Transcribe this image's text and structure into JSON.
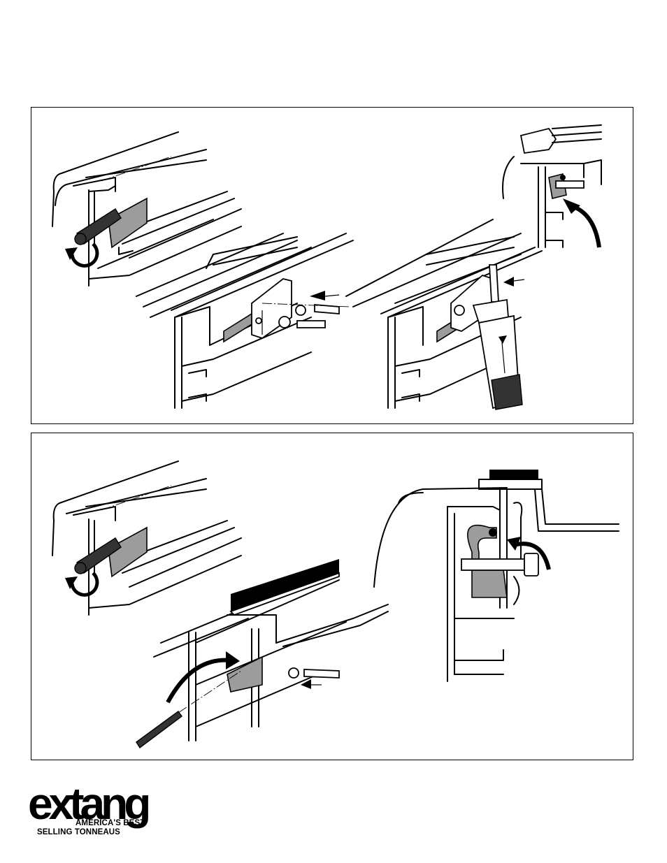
{
  "logo": {
    "wordmark": "extang",
    "tagline_line1": "AMERICA'S BEST",
    "tagline_line2": "SELLING TONNEAUS"
  }
}
